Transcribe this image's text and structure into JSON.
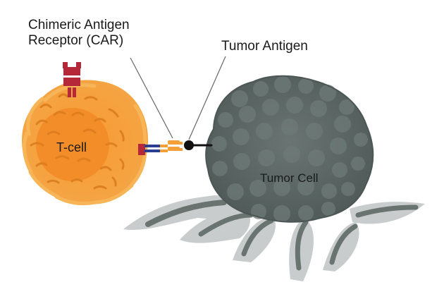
{
  "labels": {
    "car_line1": "Chimeric Antigen",
    "car_line2": "Receptor (CAR)",
    "tumor_antigen": "Tumor Antigen",
    "t_cell": "T-cell",
    "tumor_cell": "Tumor Cell"
  },
  "colors": {
    "t_cell_outer": "#f7a23c",
    "t_cell_inner": "#f28c28",
    "t_cell_texture": "#d97a1c",
    "receptor_red": "#b5283a",
    "receptor_blue": "#2a3f8f",
    "car_orange": "#f3a038",
    "tumor_body": "#5c6866",
    "tumor_bumps": "#6f7b79",
    "tumor_shadow": "#c9cccc",
    "tumor_tendrils": "#69736f",
    "antigen_black": "#111111",
    "label_line": "#666666"
  }
}
